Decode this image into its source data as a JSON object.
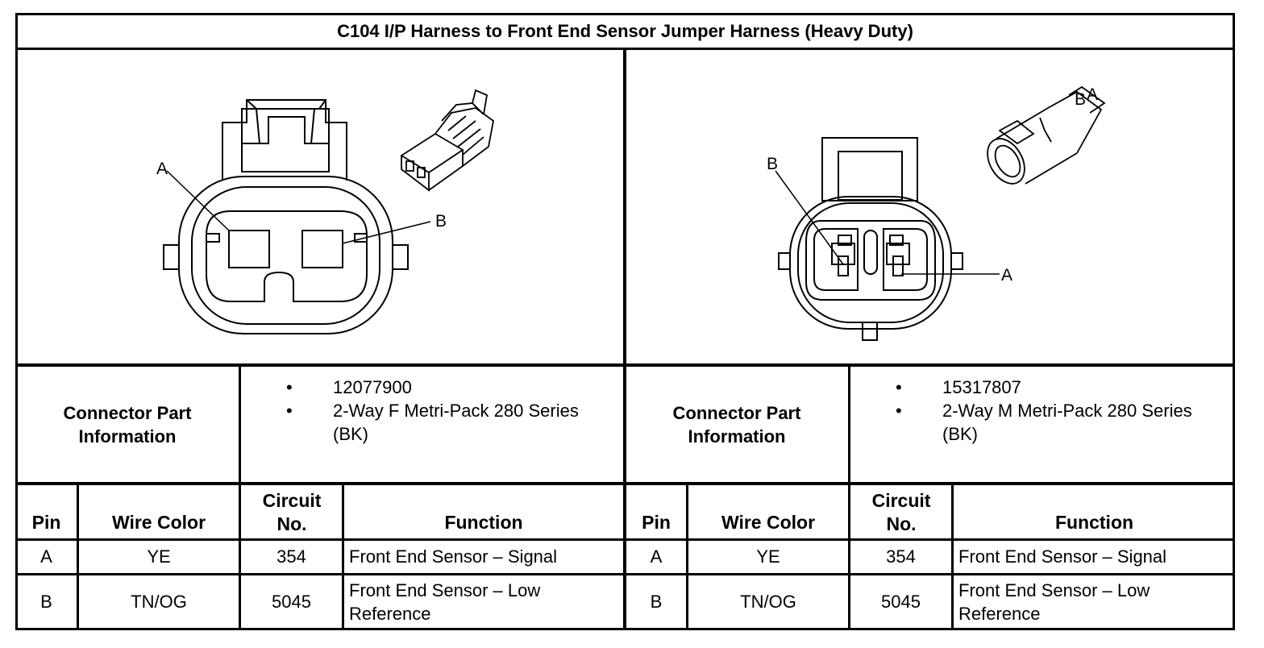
{
  "title": "C104 I/P Harness to Front End Sensor Jumper Harness (Heavy Duty)",
  "connectors": [
    {
      "diagram_labels": {
        "pin_a": "A",
        "pin_b": "B"
      },
      "info_label": "Connector Part Information",
      "parts": [
        "12077900",
        "2-Way F Metri-Pack 280 Series (BK)"
      ],
      "headers": {
        "pin": "Pin",
        "wire_color": "Wire Color",
        "circuit": "Circuit No.",
        "function": "Function"
      },
      "rows": [
        {
          "pin": "A",
          "wire_color": "YE",
          "circuit": "354",
          "function": "Front End Sensor – Signal"
        },
        {
          "pin": "B",
          "wire_color": "TN/OG",
          "circuit": "5045",
          "function": "Front End Sensor – Low Reference"
        }
      ]
    },
    {
      "diagram_labels": {
        "pin_a": "A",
        "pin_b": "B"
      },
      "info_label": "Connector Part Information",
      "parts": [
        "15317807",
        "2-Way M Metri-Pack 280 Series (BK)"
      ],
      "headers": {
        "pin": "Pin",
        "wire_color": "Wire Color",
        "circuit": "Circuit No.",
        "function": "Function"
      },
      "rows": [
        {
          "pin": "A",
          "wire_color": "YE",
          "circuit": "354",
          "function": "Front End Sensor – Signal"
        },
        {
          "pin": "B",
          "wire_color": "TN/OG",
          "circuit": "5045",
          "function": "Front End Sensor – Low Reference"
        }
      ]
    }
  ]
}
